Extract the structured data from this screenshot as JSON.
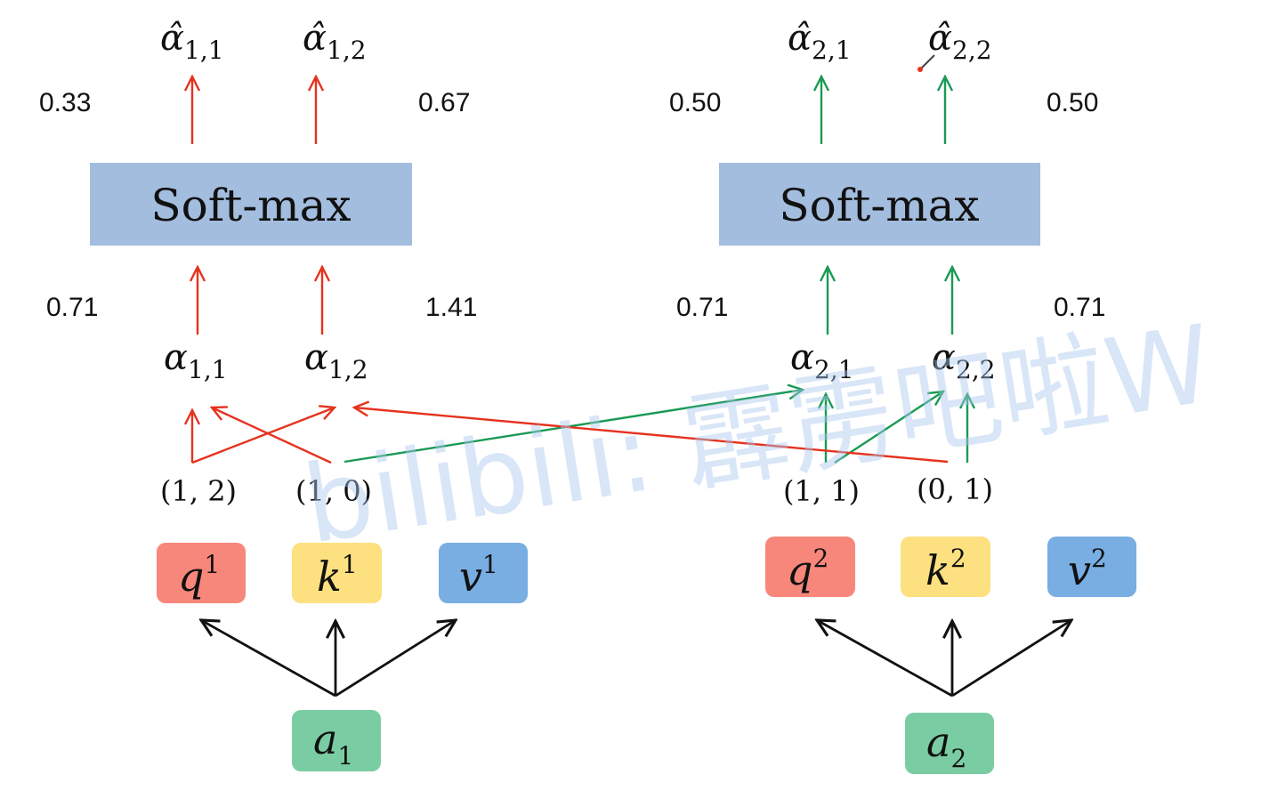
{
  "watermark": "bilibili: 霹雳吧啦W",
  "colors": {
    "red": "#e6321e",
    "green": "#1a9a55",
    "black": "#111111",
    "softmax_fill": "#a3bddf",
    "q_fill": "#f8877b",
    "k_fill": "#fde07f",
    "v_fill": "#78aee2",
    "a_fill": "#7acda3"
  },
  "left": {
    "softmax_label": "Soft-max",
    "out_left": {
      "sym": "α̂",
      "sub": "1,1",
      "value": "0.33"
    },
    "out_right": {
      "sym": "α̂",
      "sub": "1,2",
      "value": "0.67"
    },
    "score_left": {
      "sym": "α",
      "sub": "1,1",
      "value": "0.71"
    },
    "score_right": {
      "sym": "α",
      "sub": "1,2",
      "value": "1.41"
    },
    "query_vec": "(1, 2)",
    "key_vec": "(1, 0)",
    "q": {
      "base": "q",
      "sup": "1"
    },
    "k": {
      "base": "k",
      "sup": "1"
    },
    "v": {
      "base": "v",
      "sup": "1"
    },
    "input": {
      "base": "a",
      "sub": "1"
    }
  },
  "right": {
    "softmax_label": "Soft-max",
    "out_left": {
      "sym": "α̂",
      "sub": "2,1",
      "value": "0.50"
    },
    "out_right": {
      "sym": "α̂",
      "sub": "2,2",
      "value": "0.50"
    },
    "score_left": {
      "sym": "α",
      "sub": "2,1",
      "value": "0.71"
    },
    "score_right": {
      "sym": "α",
      "sub": "2,2",
      "value": "0.71"
    },
    "query_vec": "(1, 1)",
    "key_vec": "(0, 1)",
    "q": {
      "base": "q",
      "sup": "2"
    },
    "k": {
      "base": "k",
      "sup": "2"
    },
    "v": {
      "base": "v",
      "sup": "2"
    },
    "input": {
      "base": "a",
      "sub": "2"
    }
  }
}
